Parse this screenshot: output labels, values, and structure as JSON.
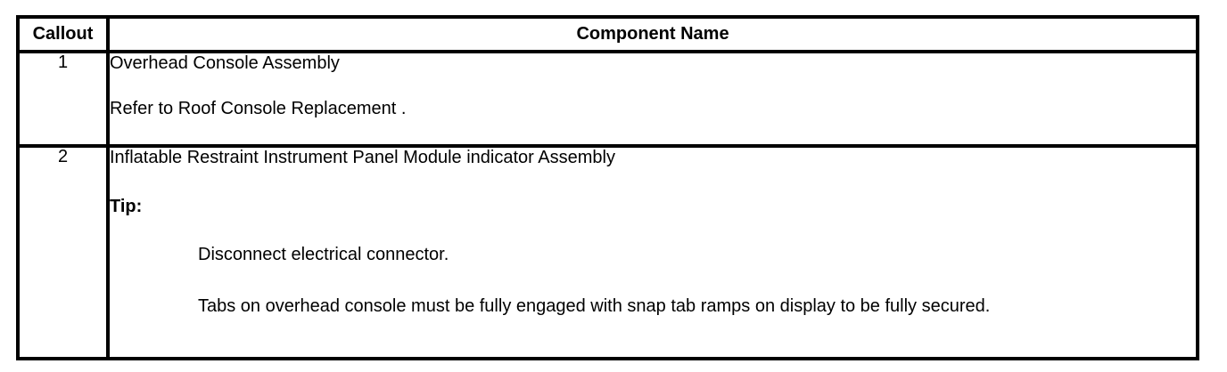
{
  "document": {
    "type": "parts-callout-table",
    "title": "Component callout table"
  },
  "table": {
    "columns": [
      {
        "key": "callout",
        "header": "Callout",
        "align": "center"
      },
      {
        "key": "component_name",
        "header": "Component Name",
        "align": "center"
      }
    ],
    "rows": [
      {
        "callout": "1",
        "lines": [
          {
            "text": "Overhead Console Assembly",
            "bold": false,
            "indent": false
          },
          {
            "text": "Refer to Roof Console Replacement .",
            "bold": false,
            "indent": false
          }
        ]
      },
      {
        "callout": "2",
        "lines": [
          {
            "text": "Inflatable Restraint Instrument Panel Module indicator Assembly",
            "bold": false,
            "indent": false
          },
          {
            "text": "Tip:",
            "bold": true,
            "indent": false
          },
          {
            "text": "Disconnect electrical connector.",
            "bold": false,
            "indent": true
          },
          {
            "text": "Tabs on overhead console must be fully engaged with snap tab ramps on display to be fully secured.",
            "bold": false,
            "indent": true
          }
        ]
      }
    ]
  },
  "style": {
    "border_color": "#000000",
    "text_color": "#000000",
    "background_color": "#ffffff"
  }
}
